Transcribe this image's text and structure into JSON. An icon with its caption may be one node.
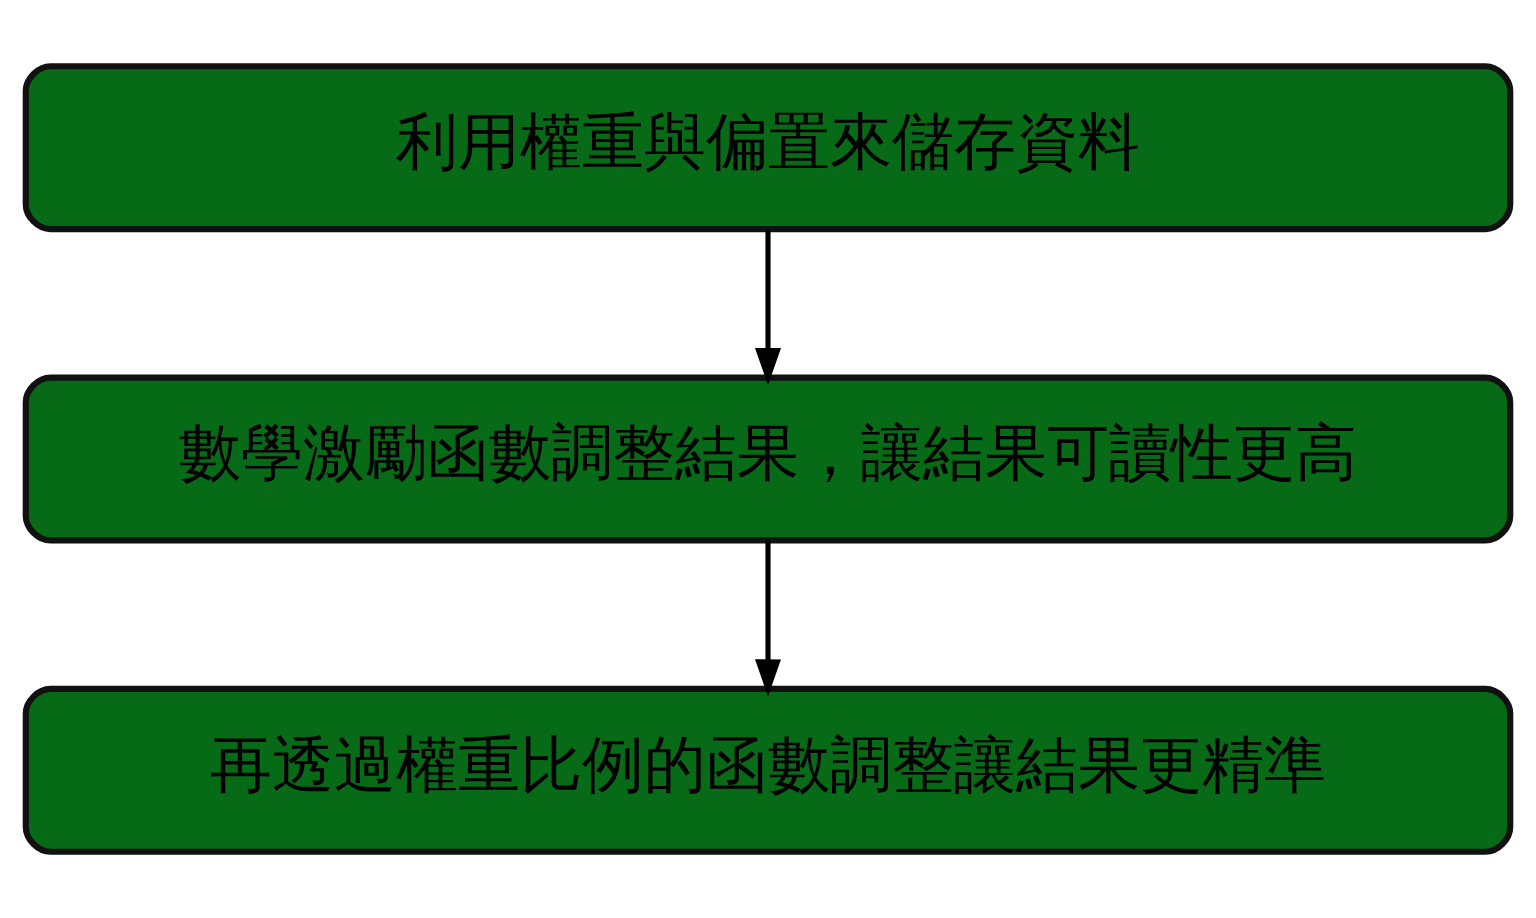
{
  "diagram": {
    "nodes": [
      {
        "text": [
          "利用權重與偏置來儲存資料"
        ]
      },
      {
        "text": [
          "數學激勵函數調整結果，讓結果可讀性更高"
        ]
      },
      {
        "text": [
          "再透過權重比例的函數調整讓結果更精準"
        ]
      }
    ],
    "edges": [
      {
        "from": 0,
        "to": 1,
        "arrow": "to"
      },
      {
        "from": 1,
        "to": 2,
        "arrow": "to"
      }
    ]
  }
}
